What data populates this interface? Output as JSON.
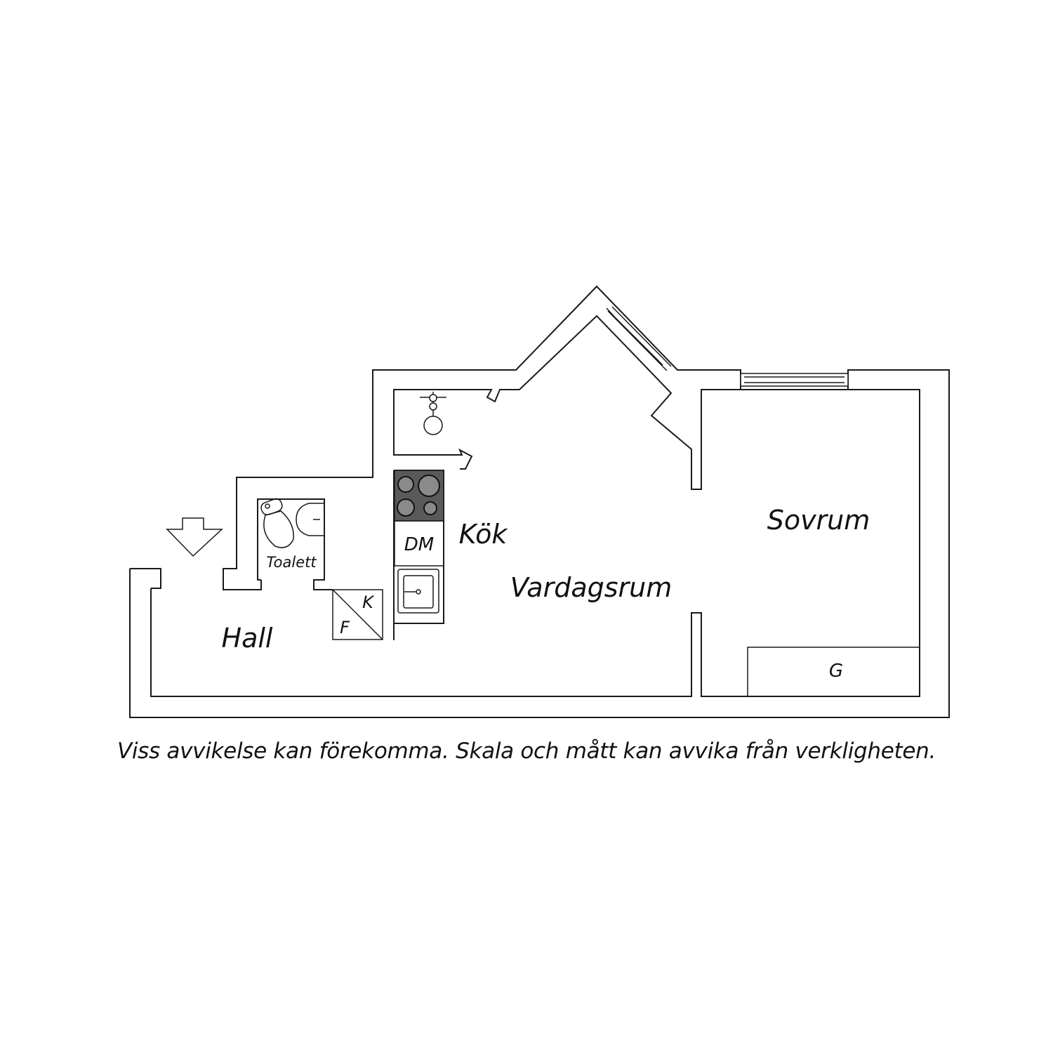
{
  "rooms": {
    "hall": "Hall",
    "toalett": "Toalett",
    "kok": "Kök",
    "vardagsrum": "Vardagsrum",
    "sovrum": "Sovrum"
  },
  "fixtures": {
    "dishwasher": "DM",
    "fridge": "K",
    "freezer": "F",
    "wardrobe": "G"
  },
  "entrance_icon": "entrance-arrow-icon",
  "disclaimer": "Viss avvikelse kan förekomma. Skala och mått kan avvika från verkligheten."
}
